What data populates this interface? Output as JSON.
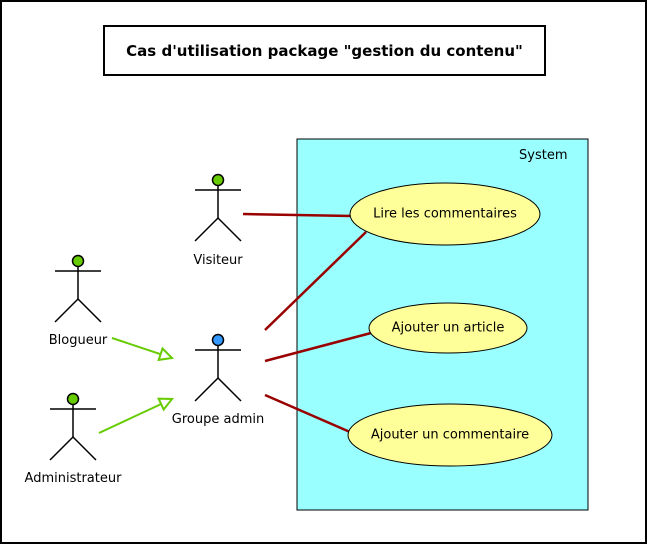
{
  "title": "Cas d'utilisation package \"gestion du contenu\"",
  "system": {
    "label": "System",
    "fill": "#99ffff"
  },
  "colors": {
    "association": "#990000",
    "generalization": "#66cc00",
    "usecase_fill": "#ffff99",
    "head_green": "#66cc00",
    "head_blue": "#3399ff"
  },
  "actors": [
    {
      "id": "visiteur",
      "label": "Visiteur",
      "head": "green"
    },
    {
      "id": "blogueur",
      "label": "Blogueur",
      "head": "green"
    },
    {
      "id": "groupe_admin",
      "label": "Groupe admin",
      "head": "blue"
    },
    {
      "id": "administrateur",
      "label": "Administrateur",
      "head": "green"
    }
  ],
  "usecases": [
    {
      "id": "lire",
      "label": "Lire les commentaires"
    },
    {
      "id": "article",
      "label": "Ajouter un article"
    },
    {
      "id": "commentaire",
      "label": "Ajouter un commentaire"
    }
  ],
  "associations": [
    {
      "from": "visiteur",
      "to": "lire"
    },
    {
      "from": "groupe_admin",
      "to": "lire"
    },
    {
      "from": "groupe_admin",
      "to": "article"
    },
    {
      "from": "groupe_admin",
      "to": "commentaire"
    }
  ],
  "generalizations": [
    {
      "from": "blogueur",
      "to": "groupe_admin"
    },
    {
      "from": "administrateur",
      "to": "groupe_admin"
    }
  ]
}
